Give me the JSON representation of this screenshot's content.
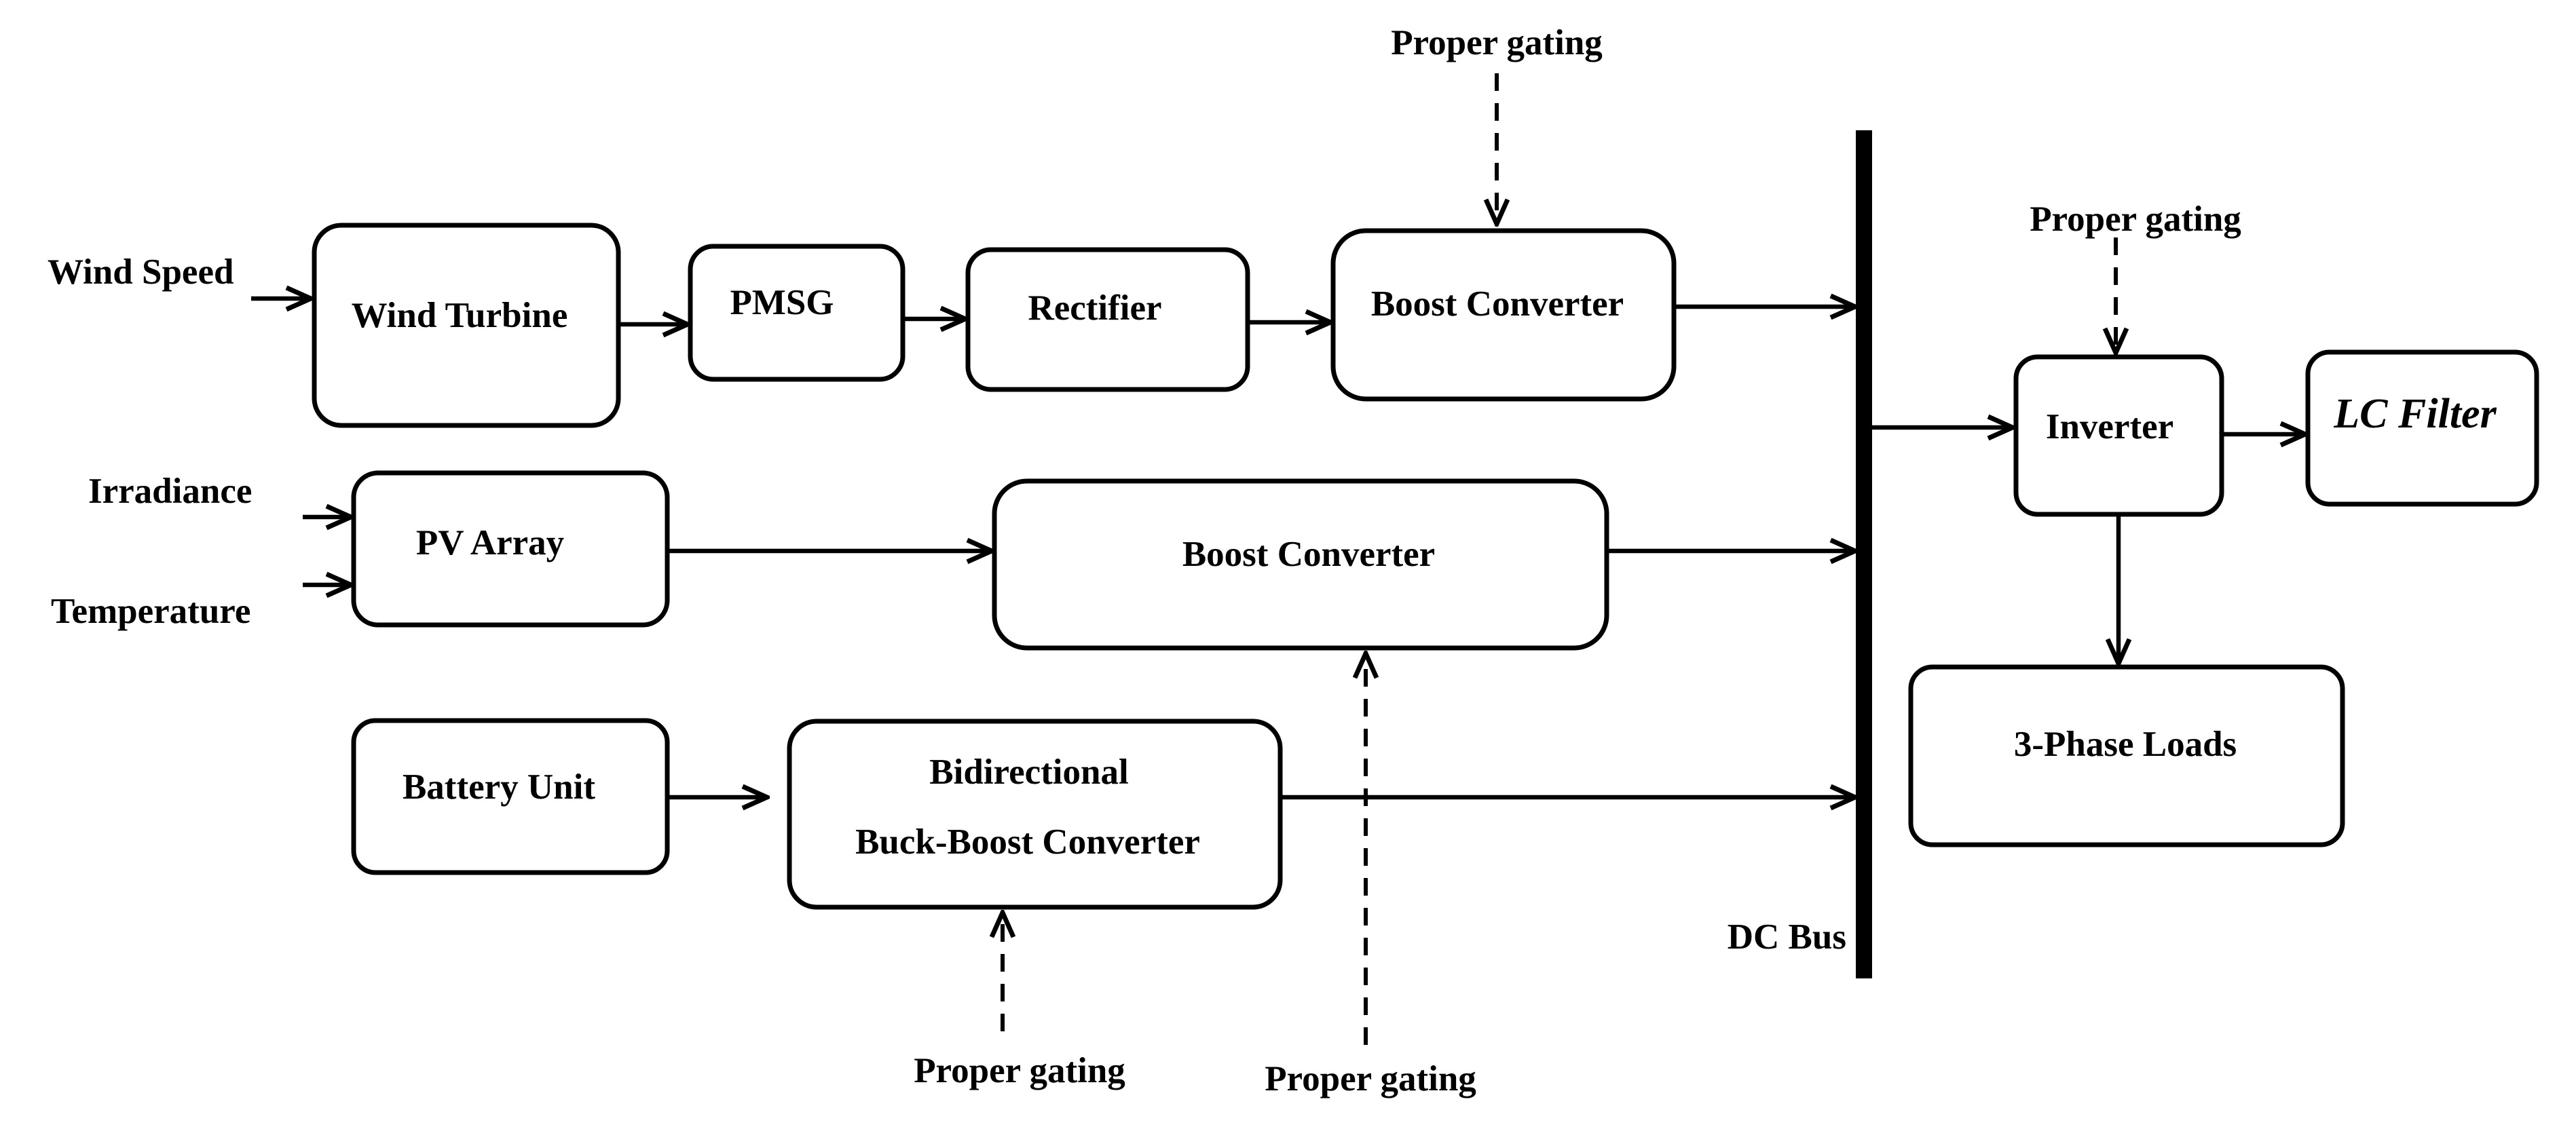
{
  "inputs": {
    "wind_speed": "Wind Speed",
    "irradiance": "Irradiance",
    "temperature": "Temperature"
  },
  "blocks": {
    "wind_turbine": "Wind Turbine",
    "pmsg": "PMSG",
    "rectifier": "Rectifier",
    "boost_converter_wind": "Boost Converter",
    "pv_array": "PV Array",
    "boost_converter_pv": "Boost Converter",
    "battery_unit": "Battery Unit",
    "bidirectional_line1": "Bidirectional",
    "bidirectional_line2": "Buck-Boost Converter",
    "inverter": "Inverter",
    "lc_filter": "LC Filter",
    "three_phase_loads": "3-Phase Loads"
  },
  "bus": {
    "label": "DC Bus"
  },
  "gating": {
    "wind_boost": "Proper gating",
    "inverter": "Proper gating",
    "battery_converter": "Proper gating",
    "pv_boost": "Proper gating"
  }
}
